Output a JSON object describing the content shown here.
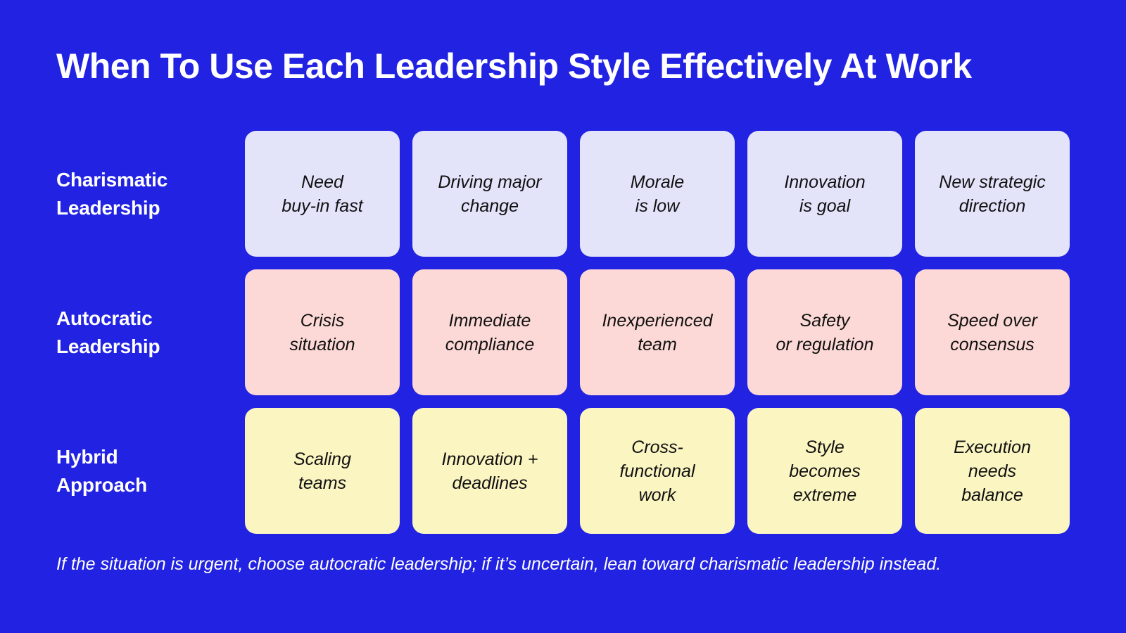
{
  "header": {
    "title": "When To Use Each Leadership Style Effectively At Work"
  },
  "colors": {
    "background": "#2222e2",
    "title_text": "#ffffff",
    "row_label_text": "#ffffff",
    "card_text": "#111111",
    "row1_card": "#e3e4fa",
    "row2_card": "#fcd9d6",
    "row3_card": "#fbf5c2",
    "footer_text": "#ffffff"
  },
  "matrix": {
    "rows": [
      {
        "label": "Charismatic\nLeadership",
        "style": "lavender",
        "cards": [
          "Need\nbuy-in fast",
          "Driving major\nchange",
          "Morale\nis low",
          "Innovation\nis goal",
          "New strategic\ndirection"
        ]
      },
      {
        "label": "Autocratic\nLeadership",
        "style": "pink",
        "cards": [
          "Crisis\nsituation",
          "Immediate\ncompliance",
          "Inexperienced\nteam",
          "Safety\nor regulation",
          "Speed over\nconsensus"
        ]
      },
      {
        "label": "Hybrid\nApproach",
        "style": "yellow",
        "cards": [
          "Scaling\nteams",
          "Innovation +\ndeadlines",
          "Cross-\nfunctional\nwork",
          "Style\nbecomes\nextreme",
          "Execution\nneeds\nbalance"
        ]
      }
    ]
  },
  "footer": {
    "note": "If the situation is urgent, choose autocratic leadership; if it’s uncertain, lean toward charismatic leadership instead."
  }
}
